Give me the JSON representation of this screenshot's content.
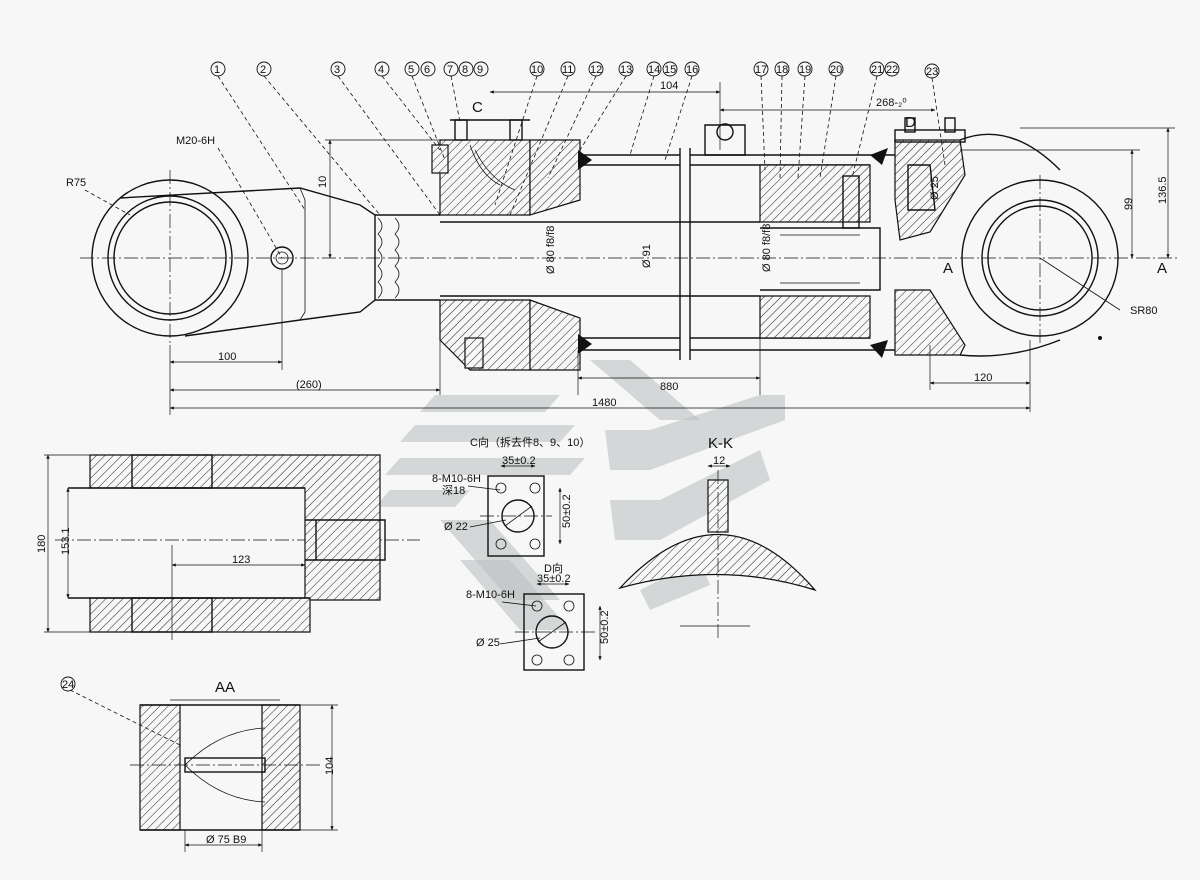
{
  "balloons": [
    "1",
    "2",
    "3",
    "4",
    "5",
    "6",
    "7",
    "8",
    "9",
    "10",
    "11",
    "12",
    "13",
    "14",
    "15",
    "16",
    "17",
    "18",
    "19",
    "20",
    "21",
    "22",
    "23",
    "24"
  ],
  "labels": {
    "thread_m20": "M20-6H",
    "radius_r75": "R75",
    "sr80": "SR80",
    "section_a_left": "A",
    "section_a_right": "A",
    "view_c": "C",
    "view_d": "D",
    "section_kk": "K-K",
    "section_aa": "AA",
    "view_c_title": "C向（拆去件8、9、10）",
    "view_d_title": "D向"
  },
  "dimensions": {
    "d_10": "10",
    "d_104": "104",
    "d_268": "268-₂⁰",
    "d_99": "99",
    "d_1365": "136.5",
    "d_25": "Ø 25",
    "d_rod": "Ø 80 f8/f8",
    "d_bore": "Ø 91",
    "d_piston": "Ø 80 f8/f8",
    "d_100": "100",
    "d_260": "(260)",
    "d_880": "880",
    "d_1480": "1480",
    "d_120": "120",
    "d_180": "180",
    "d_1531": "153.1",
    "d_123": "123",
    "d_12": "12",
    "c_holes": "8-M10-6H",
    "c_depth": "深18",
    "c_pitch_h": "35±0.2",
    "c_pitch_v": "50±0.2",
    "c_port": "Ø 22",
    "d_holes": "8-M10-6H",
    "d_pitch_h": "35±0.2",
    "d_pitch_v": "50±0.2",
    "d_port": "Ø 25",
    "aa_width": "104",
    "aa_bore": "Ø 75 B9"
  }
}
